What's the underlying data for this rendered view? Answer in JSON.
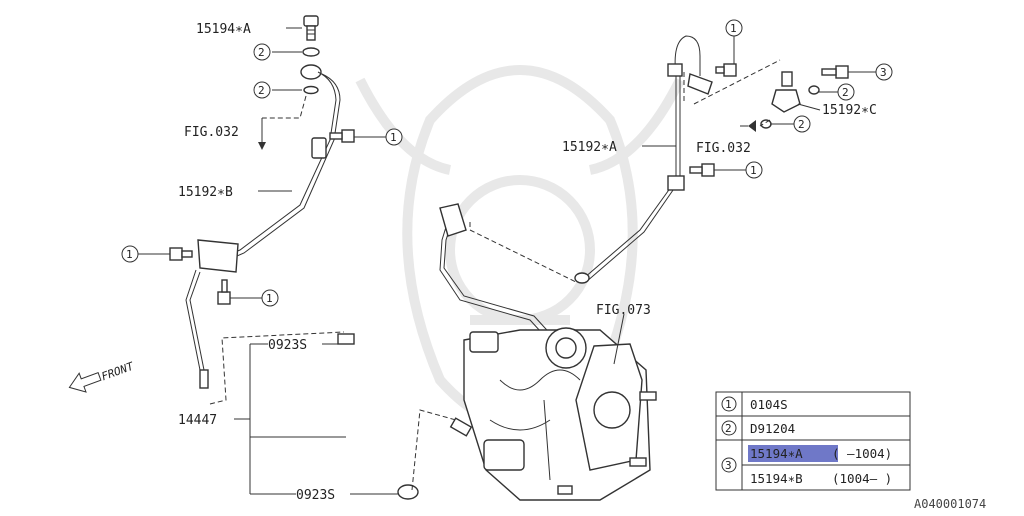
{
  "labels": {
    "bolt_15194_a": "15194∗A",
    "fig032_left": "FIG.032",
    "pipe_15192_b": "15192∗B",
    "pipe_15192_a": "15192∗A",
    "fitting_15192_c": "15192∗C",
    "fig032_right": "FIG.032",
    "fig073": "FIG.073",
    "hose_14447": "14447",
    "clamp_top": "0923S",
    "clamp_bottom": "0923S",
    "front": "FRONT",
    "diagram_code": "A040001074"
  },
  "callouts": {
    "c1": "1",
    "c2": "2",
    "c3": "3"
  },
  "legend": {
    "rows": [
      {
        "ref": "1",
        "part": "0104S"
      },
      {
        "ref": "2",
        "part": "D91204"
      },
      {
        "ref": "3",
        "part": "15194∗A",
        "range": "( –1004)"
      },
      {
        "ref": "",
        "part": "15194∗B",
        "range": "(1004– )"
      }
    ]
  },
  "colors": {
    "line": "#333333",
    "highlight": "#6f78c8",
    "watermark": "#e6e6e6"
  }
}
